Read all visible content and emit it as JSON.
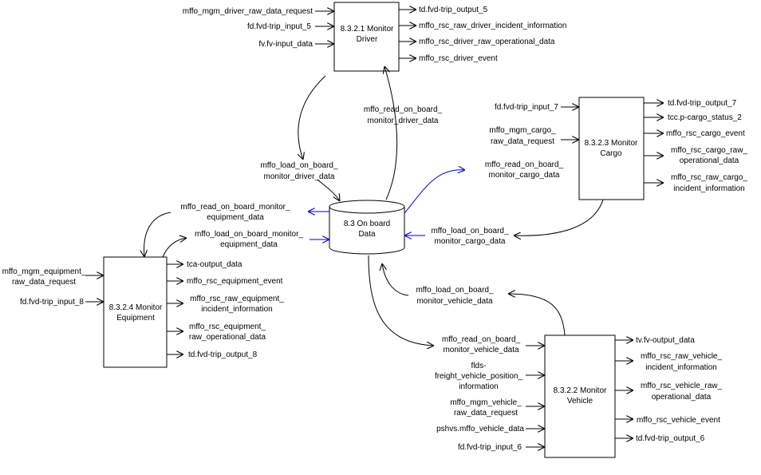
{
  "processes": {
    "driver": {
      "line1": "8.3.2.1 Monitor",
      "line2": "Driver"
    },
    "cargo": {
      "line1": "8.3.2.3 Monitor",
      "line2": "Cargo"
    },
    "equipment": {
      "line1": "8.3.2.4 Monitor",
      "line2": "Equipment"
    },
    "vehicle": {
      "line1": "8.3.2.2 Monitor",
      "line2": "Vehicle"
    }
  },
  "datastore": {
    "line1": "8.3 On board",
    "line2": "Data"
  },
  "flows": {
    "driver_in_1": "mffo_mgm_driver_raw_data_request",
    "driver_in_2": "fd.fvd-trip_input_5",
    "driver_in_3": "fv.fv-input_data",
    "driver_out_1": "td.fvd-trip_output_5",
    "driver_out_2": "mffo_rsc_raw_driver_incident_information",
    "driver_out_3": "mffo_rsc_driver_raw_operational_data",
    "driver_out_4": "mffo_rsc_driver_event",
    "read_driver": [
      "mffo_read_on_board_",
      "monitor_driver_data"
    ],
    "load_driver": [
      "mffo_load_on_board_",
      "monitor_driver_data"
    ],
    "cargo_in_1": "fd.fvd-trip_input_7",
    "cargo_in_2": [
      "mffo_mgm_cargo_",
      "raw_data_request"
    ],
    "cargo_out_1": "td.fvd-trip_output_7",
    "cargo_out_2": "tcc.p-cargo_status_2",
    "cargo_out_3": "mffo_rsc_cargo_event",
    "cargo_out_4": [
      "mffo_rsc_cargo_raw_",
      "operational_data"
    ],
    "cargo_out_5": [
      "mffo_rsc_raw_cargo_",
      "incident_information"
    ],
    "read_cargo": [
      "mffo_read_on_board_",
      "monitor_cargo_data"
    ],
    "load_cargo": [
      "mffo_load_on_board_",
      "monitor_cargo_data"
    ],
    "read_equipment": [
      "mffo_read_on_board_monitor_",
      "equipment_data"
    ],
    "load_equipment": [
      "mffo_load_on_board_monitor_",
      "equipment_data"
    ],
    "equip_in_1": [
      "mffo_mgm_equipment_",
      "raw_data_request"
    ],
    "equip_in_2": "fd.fvd-trip_input_8",
    "equip_out_1": "tca-output_data",
    "equip_out_2": "mffo_rsc_equipment_event",
    "equip_out_3": [
      "mffo_rsc_raw_equipment_",
      "incident_information"
    ],
    "equip_out_4": [
      "mffo_rsc_equipment_",
      "raw_operational_data"
    ],
    "equip_out_5": "td.fvd-trip_output_8",
    "load_vehicle": [
      "mffo_load_on_board_",
      "monitor_vehicle_data"
    ],
    "read_vehicle": [
      "mffo_read_on_board_",
      "monitor_vehicle_data"
    ],
    "veh_in_1": [
      "flds-",
      "freight_vehicle_position_",
      "information"
    ],
    "veh_in_2": [
      "mffo_mgm_vehicle_",
      "raw_data_request"
    ],
    "veh_in_3": "pshvs.mffo_vehicle_data",
    "veh_in_4": "fd.fvd-trip_input_6",
    "veh_out_1": "tv.fv-output_data",
    "veh_out_2": [
      "mffo_rsc_raw_vehicle_",
      "incident_information"
    ],
    "veh_out_3": [
      "mffo_rsc_vehicle_raw_",
      "operational_data"
    ],
    "veh_out_4": "mffo_rsc_vehicle_event",
    "veh_out_5": "td.fvd-trip_output_6"
  }
}
